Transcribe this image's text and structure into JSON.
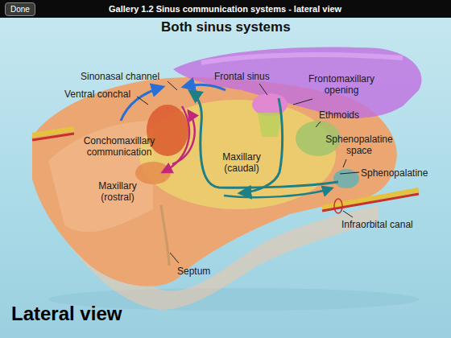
{
  "diagram": {
    "title": "Both sinus systems",
    "caption": "Lateral view",
    "labels": [
      "Done",
      "Gallery 1.2 Sinus communication systems - lateral view",
      "Sinonasal channel",
      "Ventral conchal",
      "Frontal sinus",
      "Frontomaxillary opening",
      "Ethmoids",
      "Sphenopalatine space",
      "Conchomaxillary communication",
      "Maxillary (caudal)",
      "Sphenopalatine",
      "Maxillary (rostral)",
      "Infraorbital canal",
      "Septum"
    ]
  }
}
